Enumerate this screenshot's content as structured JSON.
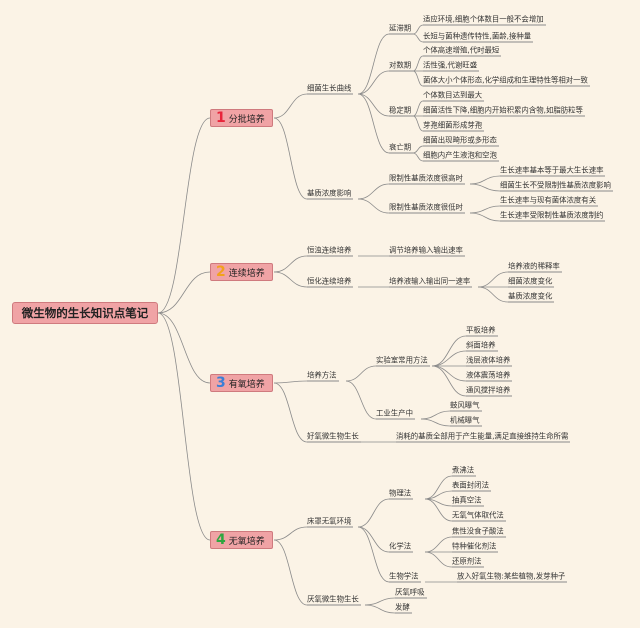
{
  "root": "微生物的生长知识点笔记",
  "branches": {
    "b1": {
      "number": "1",
      "label": "分批培养",
      "growth_curve": {
        "label": "细菌生长曲线",
        "lag": {
          "label": "延滞期",
          "items": [
            "适应环境,细胞个体数目一般不会增加",
            "长短与菌种遗传特性,菌龄,接种量"
          ]
        },
        "log": {
          "label": "对数期",
          "items": [
            "个体高速增殖,代时最短",
            "活性强,代谢旺盛",
            "菌体大小个体形态,化学组成和生理特性等相对一致"
          ]
        },
        "stationary": {
          "label": "稳定期",
          "items": [
            "个体数目达到最大",
            "细菌活性下降,细胞内开始积累内含物,如脂肪粒等",
            "芽孢细菌形成芽孢"
          ]
        },
        "decline": {
          "label": "衰亡期",
          "items": [
            "细菌出现畸形或多形态",
            "细胞内产生液泡和空泡"
          ]
        }
      },
      "substrate": {
        "label": "基质浓度影响",
        "high": {
          "label": "限制性基质浓度很高时",
          "items": [
            "生长速率基本等于最大生长速率",
            "细菌生长不受限制性基质浓度影响"
          ]
        },
        "low": {
          "label": "限制性基质浓度很低时",
          "items": [
            "生长速率与现有菌体浓度有关",
            "生长速率受限制性基质浓度制约"
          ]
        }
      }
    },
    "b2": {
      "number": "2",
      "label": "连续培养",
      "chemostat": {
        "label": "恒浊连续培养",
        "item": "调节培养输入输出速率"
      },
      "turbidostat": {
        "label": "恒化连续培养",
        "mid": "培养液输入输出同一速率",
        "items": [
          "培养液的稀释率",
          "细菌浓度变化",
          "基质浓度变化"
        ]
      }
    },
    "b3": {
      "number": "3",
      "label": "有氧培养",
      "methods": {
        "label": "培养方法",
        "lab": {
          "label": "实验室常用方法",
          "items": [
            "平板培养",
            "斜面培养",
            "浅层液体培养",
            "液体震荡培养",
            "通风搅拌培养"
          ]
        },
        "industry": {
          "label": "工业生产中",
          "items": [
            "鼓风曝气",
            "机械曝气"
          ]
        }
      },
      "aerobic": {
        "label": "好氧微生物生长",
        "item": "消耗的基质全部用于产生能量,满足直接维持生命所需"
      }
    },
    "b4": {
      "number": "4",
      "label": "无氧培养",
      "env": {
        "label": "床罩无氧环境",
        "physical": {
          "label": "物理法",
          "items": [
            "煮沸法",
            "表面封闭法",
            "抽真空法",
            "无氧气体取代法"
          ]
        },
        "chemical": {
          "label": "化学法",
          "items": [
            "焦性没食子酸法",
            "特种催化剂法",
            "还原剂法"
          ]
        },
        "biological": {
          "label": "生物学法",
          "item": "放入好氧生物:某些植物,发芽种子"
        }
      },
      "anaerobic": {
        "label": "厌氧微生物生长",
        "items": [
          "厌氧呼吸",
          "发酵"
        ]
      }
    }
  }
}
